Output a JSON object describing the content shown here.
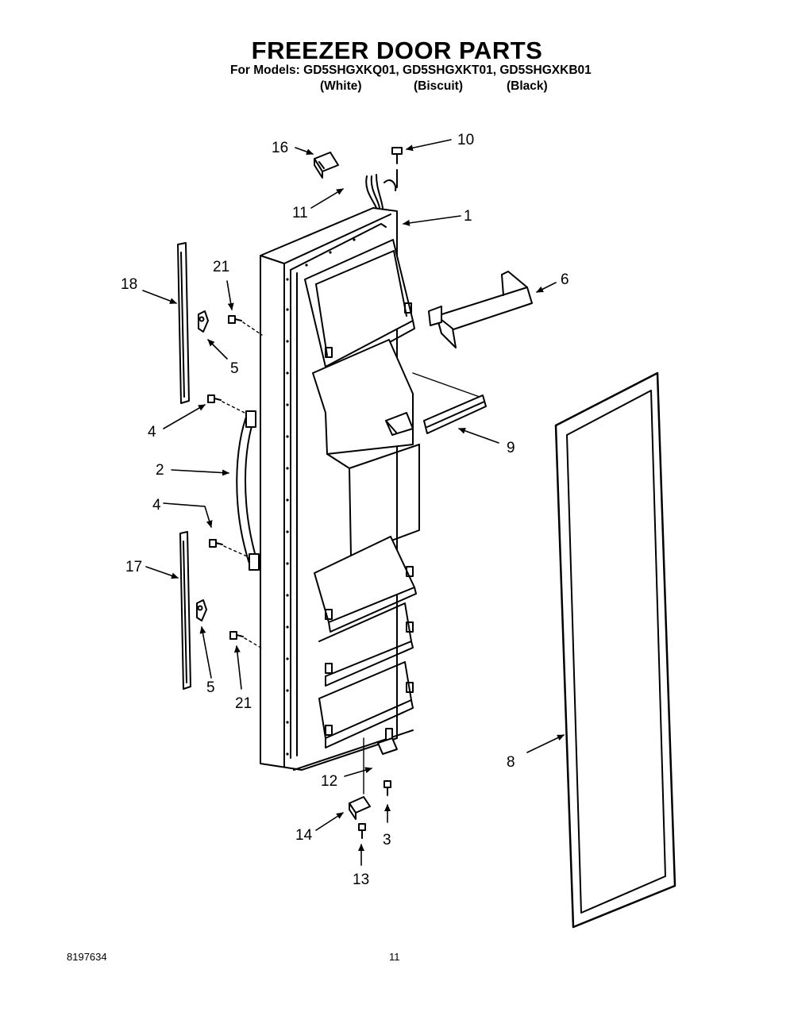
{
  "header": {
    "title": "FREEZER DOOR PARTS",
    "models_line": "For Models: GD5SHGXKQ01, GD5SHGXKT01, GD5SHGXKB01",
    "variants": [
      "(White)",
      "(Biscuit)",
      "(Black)"
    ]
  },
  "callouts": [
    "16",
    "10",
    "11",
    "1",
    "21",
    "18",
    "6",
    "5",
    "4",
    "9",
    "2",
    "4",
    "17",
    "5",
    "21",
    "8",
    "12",
    "14",
    "3",
    "13"
  ],
  "footer": {
    "doc_number": "8197634",
    "page_number": "11"
  }
}
